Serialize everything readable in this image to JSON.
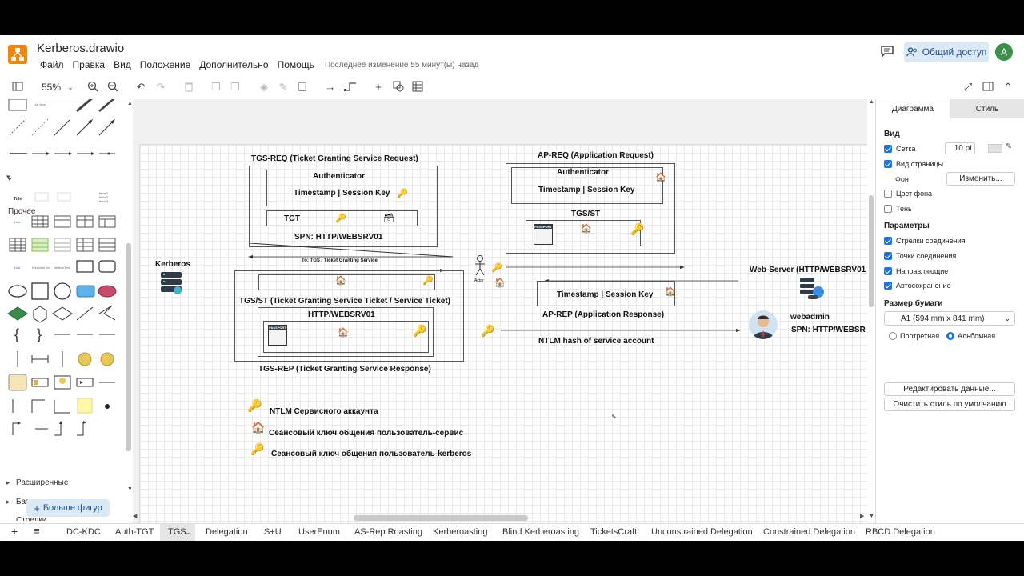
{
  "app": {
    "title": "Kerberos.drawio",
    "menu": [
      "Файл",
      "Правка",
      "Вид",
      "Положение",
      "Дополнительно",
      "Помощь"
    ],
    "last_change": "Последнее изменение 55 минут(ы) назад",
    "share_label": "Общий доступ",
    "user_initial": "A"
  },
  "toolbar": {
    "zoom": "55%"
  },
  "sidebar": {
    "section_other": "Прочее",
    "section_advanced": "Расширенные",
    "section_basic": "Базовые",
    "section_arrows": "Стрелки",
    "more_shapes": "Больше фигур"
  },
  "diagram": {
    "tgs_req_title": "TGS-REQ (Ticket Granting Service Request)",
    "authenticator": "Authenticator",
    "timestamp_session_key": "Timestamp | Session Key",
    "tgt": "TGT",
    "spn_websrv": "SPN: HTTP/WEBSRV01",
    "ap_req_title": "AP-REQ (Application Request)",
    "ap_authenticator": "Authenticator",
    "ap_timestamp_session_key": "Timestamp | Session Key",
    "tgs_st": "TGS/ST",
    "kerberos": "Kerberos",
    "arrow_note": "To: TGS / Ticket Granting Service",
    "actor": "Actor",
    "web_server": "Web-Server (HTTP/WEBSRV01",
    "tgs_st_long": "TGS/ST (Ticket Granting Service Ticket / Service Ticket)",
    "http_websrv": "HTTP/WEBSRV01",
    "tgs_rep_title": "TGS-REP (Ticket Granting Service Response)",
    "ap_rep_ts": "Timestamp | Session Key",
    "ap_rep_title": "AP-REP (Application Response)",
    "ntlm_hash": "NTLM hash of service account",
    "webadmin": "webadmin",
    "webadmin_spn": "SPN: HTTP/WEBSR",
    "passport": "PASSPORT",
    "legend_1": "NTLM Сервисного аккаунта",
    "legend_2": "Сеансовый ключ общения пользователь-сервис",
    "legend_3": "Сеансовый ключ общения пользователь-kerberos"
  },
  "right_panel": {
    "tab_diagram": "Диаграмма",
    "tab_style": "Стиль",
    "view_head": "Вид",
    "grid": "Сетка",
    "grid_size": "10 pt",
    "page_view": "Вид страницы",
    "background": "Фон",
    "change_btn": "Изменить...",
    "bg_color": "Цвет фона",
    "shadow": "Тень",
    "options_head": "Параметры",
    "opt_arrows": "Стрелки соединения",
    "opt_points": "Точки соединения",
    "opt_guides": "Направляющие",
    "opt_autosave": "Автосохранение",
    "paper_head": "Размер бумаги",
    "paper_size": "A1 (594 mm x 841 mm)",
    "portrait": "Портретная",
    "landscape": "Альбомная",
    "edit_data": "Редактировать данные...",
    "clear_style": "Очистить стиль по умолчанию"
  },
  "tabs": [
    "DC-KDC",
    "Auth-TGT",
    "TGS",
    "Delegation",
    "S+U",
    "UserEnum",
    "AS-Rep Roasting",
    "Kerberoasting",
    "Blind Kerberoasting",
    "TicketsCraft",
    "Unconstrained Delegation",
    "Constrained Delegation",
    "RBCD Delegation"
  ],
  "colors": {
    "accent": "#1a73e8",
    "share_bg": "#dbe9f7",
    "logo": "#f08705",
    "avatar": "#3d8f4a"
  }
}
